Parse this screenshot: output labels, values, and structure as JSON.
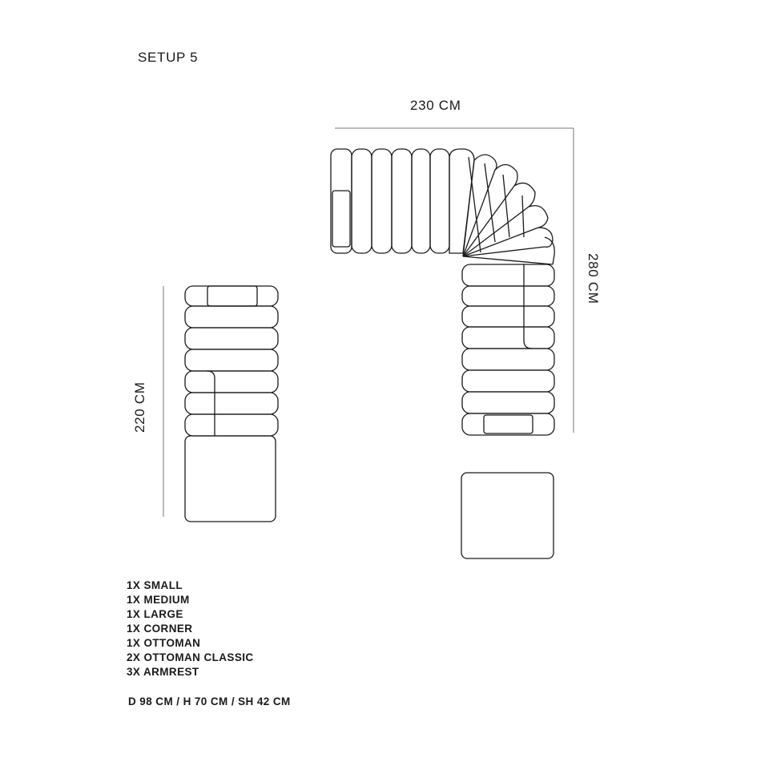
{
  "title": "SETUP 5",
  "dimensions": {
    "width": "230 CM",
    "height_right": "280 CM",
    "height_left": "220 CM"
  },
  "parts": [
    "1X SMALL",
    "1X MEDIUM",
    "1X LARGE",
    "1X CORNER",
    "1X OTTOMAN",
    "2X OTTOMAN CLASSIC",
    "3X ARMREST"
  ],
  "specs": "D 98 CM / H 70 CM / SH 42 CM"
}
